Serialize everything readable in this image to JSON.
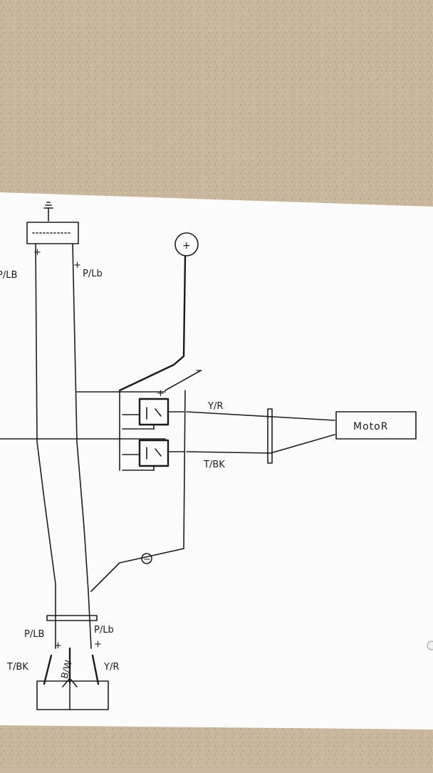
{
  "diagram": {
    "symbols": {
      "battery_positive": "+",
      "ground_top": "⏚",
      "negative": "−",
      "plus": "+"
    },
    "labels": {
      "p_lb_left": "P/LB",
      "p_lb_top": "P/Lb",
      "y_r_wire": "Y/R",
      "t_bk_wire": "T/BK",
      "motor": "MotoR",
      "p_lb_bottom_left": "P/LB",
      "p_lb_bottom_right": "P/Lb",
      "t_bk_bottom": "T/BK",
      "y_r_bottom": "Y/R",
      "b_w": "B/W"
    },
    "colors": {
      "paper": "#fbfbfb",
      "ink": "#1e1e1e",
      "countertop": "#c9b89f"
    }
  }
}
